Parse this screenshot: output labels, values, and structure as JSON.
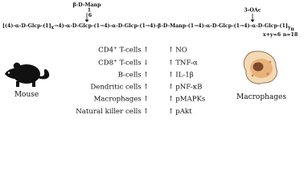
{
  "structure": {
    "branch_label": "β-D-Manp",
    "branch_link": "1",
    "branch_position": "6",
    "oac_label": "3-OAc",
    "chain_segments": [
      "[(4)-α-D-Glcp-(1]",
      "x",
      "→4)-α-D-Glcp-(1→4)-α-D-Glcp-(1→4)-β-D-Manp-(1→4)-α-D-Glcp-(1→4)-α-D-Glcp-(1]",
      "y",
      "n"
    ],
    "xy_note": "x+y=6",
    "n_note": "n=18"
  },
  "subjects": {
    "mouse_label": "Mouse",
    "macrophage_label": "Macrophages"
  },
  "mouse_effects": [
    {
      "cell": "CD4",
      "sup": "+",
      "rest": " T-cells",
      "arrow": "↑"
    },
    {
      "cell": "CD8",
      "sup": "+",
      "rest": " T-cells",
      "arrow": "↓"
    },
    {
      "cell": "B-cells",
      "sup": "",
      "rest": "",
      "arrow": "↑"
    },
    {
      "cell": "Dendritic cells",
      "sup": "",
      "rest": "",
      "arrow": "↑"
    },
    {
      "cell": "Macrophages",
      "sup": "",
      "rest": "",
      "arrow": "↑"
    },
    {
      "cell": "Natural killer cells",
      "sup": "",
      "rest": "",
      "arrow": "↑"
    }
  ],
  "macrophage_effects": [
    {
      "arrow": "↑",
      "label": "NO"
    },
    {
      "arrow": "↑",
      "label": "TNF-α"
    },
    {
      "arrow": "↑",
      "label": "IL-1β"
    },
    {
      "arrow": "↑",
      "label": "pNF-κB"
    },
    {
      "arrow": "↑",
      "label": "pMAPKs"
    },
    {
      "arrow": "↑",
      "label": "pAkt"
    }
  ],
  "colors": {
    "text": "#111111",
    "mouse": "#111111",
    "cell_outer": "#f3d9b4",
    "cell_inner": "#e9b27a",
    "nucleus": "#7a4a2a",
    "cell_edge": "#8a6a4a"
  }
}
